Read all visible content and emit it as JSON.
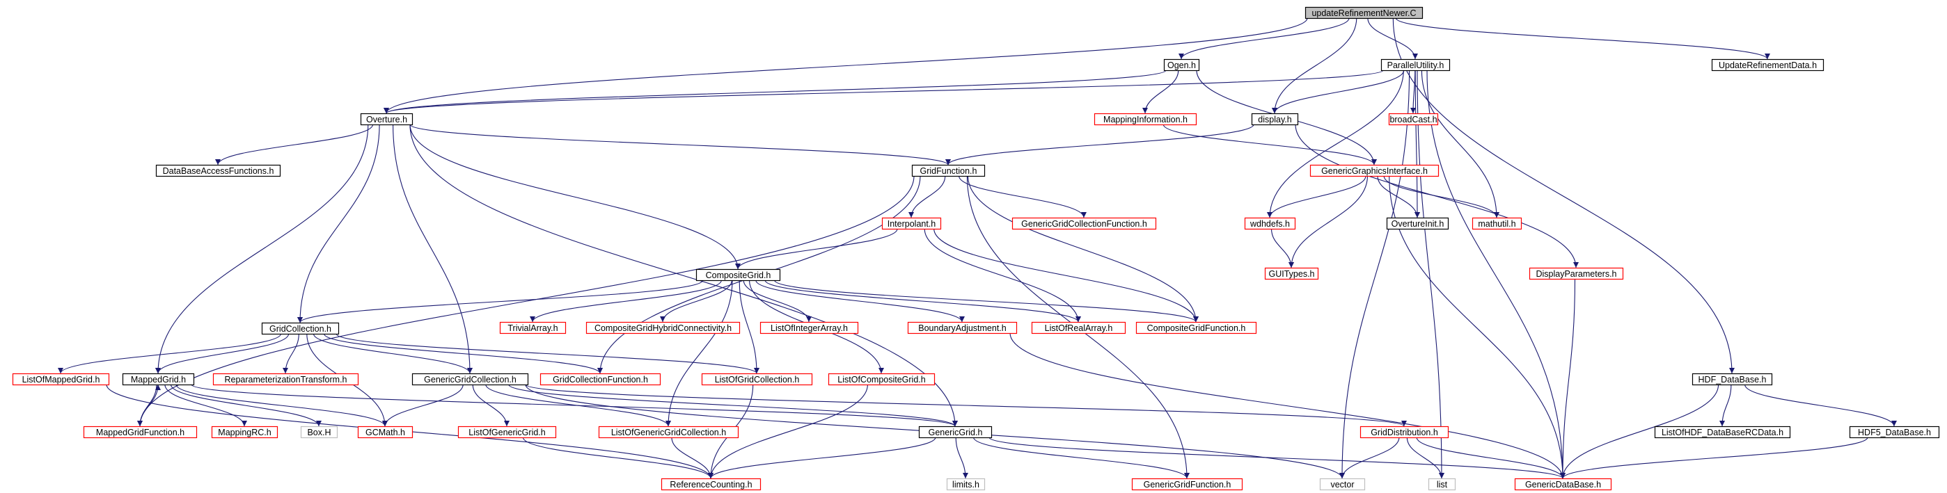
{
  "colors": {
    "edge": "#191970",
    "root_fill": "#bfbfbf",
    "red_border": "#ff0000",
    "black_border": "#000000",
    "gray_border": "#bfbfbf"
  },
  "nodes": {
    "updateRefinementNewer": {
      "label": "updateRefinementNewer.C",
      "style": "root"
    },
    "Ogen": {
      "label": "Ogen.h",
      "style": "black"
    },
    "ParallelUtility": {
      "label": "ParallelUtility.h",
      "style": "black"
    },
    "UpdateRefinementData": {
      "label": "UpdateRefinementData.h",
      "style": "black"
    },
    "Overture": {
      "label": "Overture.h",
      "style": "black"
    },
    "MappingInformation": {
      "label": "MappingInformation.h",
      "style": "red"
    },
    "display": {
      "label": "display.h",
      "style": "black"
    },
    "broadCast": {
      "label": "broadCast.h",
      "style": "red"
    },
    "DataBaseAccessFunctions": {
      "label": "DataBaseAccessFunctions.h",
      "style": "black"
    },
    "GridFunction": {
      "label": "GridFunction.h",
      "style": "black"
    },
    "GenericGraphicsInterface": {
      "label": "GenericGraphicsInterface.h",
      "style": "red"
    },
    "Interpolant": {
      "label": "Interpolant.h",
      "style": "red"
    },
    "GenericGridCollectionFunction": {
      "label": "GenericGridCollectionFunction.h",
      "style": "red"
    },
    "wdhdefs": {
      "label": "wdhdefs.h",
      "style": "red"
    },
    "OvertureInit": {
      "label": "OvertureInit.h",
      "style": "black"
    },
    "mathutil": {
      "label": "mathutil.h",
      "style": "red"
    },
    "GUITypes": {
      "label": "GUITypes.h",
      "style": "red"
    },
    "DisplayParameters": {
      "label": "DisplayParameters.h",
      "style": "red"
    },
    "CompositeGrid": {
      "label": "CompositeGrid.h",
      "style": "black"
    },
    "GridCollection": {
      "label": "GridCollection.h",
      "style": "black"
    },
    "TrivialArray": {
      "label": "TrivialArray.h",
      "style": "red"
    },
    "CompositeGridHybridConnectivity": {
      "label": "CompositeGridHybridConnectivity.h",
      "style": "red"
    },
    "ListOfIntegerArray": {
      "label": "ListOfIntegerArray.h",
      "style": "red"
    },
    "BoundaryAdjustment": {
      "label": "BoundaryAdjustment.h",
      "style": "red"
    },
    "ListOfRealArray": {
      "label": "ListOfRealArray.h",
      "style": "red"
    },
    "CompositeGridFunction": {
      "label": "CompositeGridFunction.h",
      "style": "red"
    },
    "HDF_DataBase": {
      "label": "HDF_DataBase.h",
      "style": "black"
    },
    "ListOfMappedGrid": {
      "label": "ListOfMappedGrid.h",
      "style": "red"
    },
    "MappedGrid": {
      "label": "MappedGrid.h",
      "style": "black"
    },
    "ReparameterizationTransform": {
      "label": "ReparameterizationTransform.h",
      "style": "red"
    },
    "GenericGridCollection": {
      "label": "GenericGridCollection.h",
      "style": "black"
    },
    "GridCollectionFunction": {
      "label": "GridCollectionFunction.h",
      "style": "red"
    },
    "ListOfGridCollection": {
      "label": "ListOfGridCollection.h",
      "style": "red"
    },
    "ListOfCompositeGrid": {
      "label": "ListOfCompositeGrid.h",
      "style": "red"
    },
    "MappedGridFunction": {
      "label": "MappedGridFunction.h",
      "style": "red"
    },
    "MappingRC": {
      "label": "MappingRC.h",
      "style": "red"
    },
    "Box": {
      "label": "Box.H",
      "style": "gray"
    },
    "GCMath": {
      "label": "GCMath.h",
      "style": "red"
    },
    "ListOfGenericGrid": {
      "label": "ListOfGenericGrid.h",
      "style": "red"
    },
    "ListOfGenericGridCollection": {
      "label": "ListOfGenericGridCollection.h",
      "style": "red"
    },
    "GenericGrid": {
      "label": "GenericGrid.h",
      "style": "black"
    },
    "GridDistribution": {
      "label": "GridDistribution.h",
      "style": "red"
    },
    "ListOfHDF_DataBaseRCData": {
      "label": "ListOfHDF_DataBaseRCData.h",
      "style": "black"
    },
    "HDF5_DataBase": {
      "label": "HDF5_DataBase.h",
      "style": "black"
    },
    "ReferenceCounting": {
      "label": "ReferenceCounting.h",
      "style": "red"
    },
    "limits": {
      "label": "limits.h",
      "style": "gray"
    },
    "GenericGridFunction": {
      "label": "GenericGridFunction.h",
      "style": "red"
    },
    "vector": {
      "label": "vector",
      "style": "gray"
    },
    "list": {
      "label": "list",
      "style": "gray"
    },
    "GenericDataBase": {
      "label": "GenericDataBase.h",
      "style": "red"
    }
  },
  "edges": [
    [
      "updateRefinementNewer",
      "Ogen"
    ],
    [
      "updateRefinementNewer",
      "ParallelUtility"
    ],
    [
      "updateRefinementNewer",
      "UpdateRefinementData"
    ],
    [
      "updateRefinementNewer",
      "Overture"
    ],
    [
      "updateRefinementNewer",
      "display"
    ],
    [
      "updateRefinementNewer",
      "HDF_DataBase"
    ],
    [
      "Ogen",
      "Overture"
    ],
    [
      "Ogen",
      "MappingInformation"
    ],
    [
      "Ogen",
      "GenericGraphicsInterface"
    ],
    [
      "ParallelUtility",
      "display"
    ],
    [
      "ParallelUtility",
      "broadCast"
    ],
    [
      "ParallelUtility",
      "wdhdefs"
    ],
    [
      "ParallelUtility",
      "OvertureInit"
    ],
    [
      "ParallelUtility",
      "mathutil"
    ],
    [
      "ParallelUtility",
      "GenericDataBase"
    ],
    [
      "ParallelUtility",
      "vector"
    ],
    [
      "ParallelUtility",
      "list"
    ],
    [
      "ParallelUtility",
      "Overture"
    ],
    [
      "Overture",
      "DataBaseAccessFunctions"
    ],
    [
      "Overture",
      "GridFunction"
    ],
    [
      "Overture",
      "CompositeGrid"
    ],
    [
      "Overture",
      "GridCollection"
    ],
    [
      "Overture",
      "MappedGrid"
    ],
    [
      "Overture",
      "GenericGridCollection"
    ],
    [
      "Overture",
      "GenericGrid"
    ],
    [
      "MappingInformation",
      "GenericGraphicsInterface"
    ],
    [
      "display",
      "GridFunction"
    ],
    [
      "display",
      "DisplayParameters"
    ],
    [
      "GridFunction",
      "Interpolant"
    ],
    [
      "GridFunction",
      "GenericGridCollectionFunction"
    ],
    [
      "GridFunction",
      "CompositeGridFunction"
    ],
    [
      "GridFunction",
      "MappedGridFunction"
    ],
    [
      "GridFunction",
      "GridCollectionFunction"
    ],
    [
      "GridFunction",
      "GenericGridFunction"
    ],
    [
      "GenericGraphicsInterface",
      "wdhdefs"
    ],
    [
      "GenericGraphicsInterface",
      "OvertureInit"
    ],
    [
      "GenericGraphicsInterface",
      "mathutil"
    ],
    [
      "GenericGraphicsInterface",
      "GUITypes"
    ],
    [
      "GenericGraphicsInterface",
      "GenericDataBase"
    ],
    [
      "wdhdefs",
      "GUITypes"
    ],
    [
      "DisplayParameters",
      "GenericDataBase"
    ],
    [
      "Interpolant",
      "CompositeGrid"
    ],
    [
      "Interpolant",
      "ListOfRealArray"
    ],
    [
      "Interpolant",
      "CompositeGridFunction"
    ],
    [
      "CompositeGrid",
      "GridCollection"
    ],
    [
      "CompositeGrid",
      "TrivialArray"
    ],
    [
      "CompositeGrid",
      "CompositeGridHybridConnectivity"
    ],
    [
      "CompositeGrid",
      "ListOfIntegerArray"
    ],
    [
      "CompositeGrid",
      "BoundaryAdjustment"
    ],
    [
      "CompositeGrid",
      "ListOfRealArray"
    ],
    [
      "CompositeGrid",
      "CompositeGridFunction"
    ],
    [
      "CompositeGrid",
      "ListOfCompositeGrid"
    ],
    [
      "CompositeGrid",
      "ListOfGridCollection"
    ],
    [
      "CompositeGrid",
      "ListOfGenericGridCollection"
    ],
    [
      "BoundaryAdjustment",
      "GenericDataBase"
    ],
    [
      "GridCollection",
      "ListOfMappedGrid"
    ],
    [
      "GridCollection",
      "MappedGrid"
    ],
    [
      "GridCollection",
      "ReparameterizationTransform"
    ],
    [
      "GridCollection",
      "GenericGridCollection"
    ],
    [
      "GridCollection",
      "GridCollectionFunction"
    ],
    [
      "GridCollection",
      "ListOfGridCollection"
    ],
    [
      "GridCollection",
      "GCMath"
    ],
    [
      "ListOfMappedGrid",
      "ReferenceCounting"
    ],
    [
      "MappedGrid",
      "MappedGridFunction"
    ],
    [
      "MappedGrid",
      "MappingRC"
    ],
    [
      "MappedGrid",
      "Box"
    ],
    [
      "MappedGrid",
      "GCMath"
    ],
    [
      "MappedGrid",
      "GenericGrid"
    ],
    [
      "MappedGridFunction",
      "MappedGrid"
    ],
    [
      "GenericGridCollection",
      "GCMath"
    ],
    [
      "GenericGridCollection",
      "ListOfGenericGrid"
    ],
    [
      "GenericGridCollection",
      "ListOfGenericGridCollection"
    ],
    [
      "GenericGridCollection",
      "GenericGrid"
    ],
    [
      "GenericGridCollection",
      "GridDistribution"
    ],
    [
      "GenericGridCollection",
      "vector"
    ],
    [
      "ListOfGridCollection",
      "ReferenceCounting"
    ],
    [
      "ListOfCompositeGrid",
      "ReferenceCounting"
    ],
    [
      "ListOfGenericGrid",
      "ReferenceCounting"
    ],
    [
      "ListOfGenericGridCollection",
      "ReferenceCounting"
    ],
    [
      "GenericGrid",
      "ReferenceCounting"
    ],
    [
      "GenericGrid",
      "limits"
    ],
    [
      "GenericGrid",
      "GenericGridFunction"
    ],
    [
      "GenericGrid",
      "GenericDataBase"
    ],
    [
      "GridDistribution",
      "vector"
    ],
    [
      "GridDistribution",
      "list"
    ],
    [
      "GridDistribution",
      "GenericDataBase"
    ],
    [
      "HDF_DataBase",
      "ListOfHDF_DataBaseRCData"
    ],
    [
      "HDF_DataBase",
      "HDF5_DataBase"
    ],
    [
      "HDF_DataBase",
      "GenericDataBase"
    ],
    [
      "HDF5_DataBase",
      "GenericDataBase"
    ]
  ]
}
